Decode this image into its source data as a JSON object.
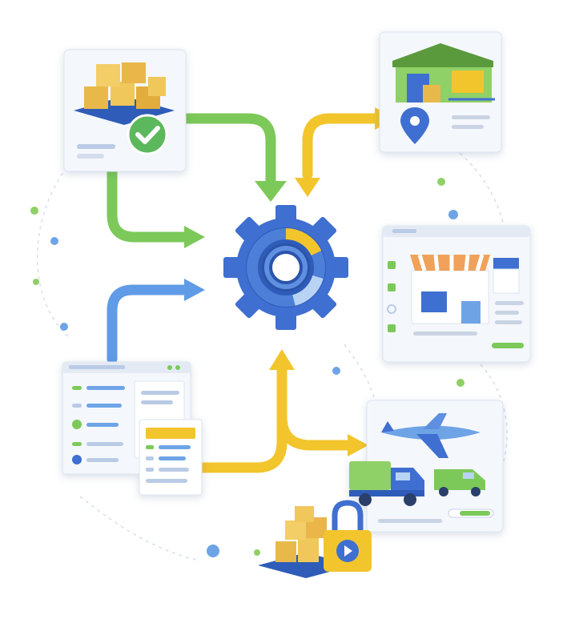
{
  "diagram": {
    "center": {
      "name": "central-processing-gear"
    },
    "nodes": [
      {
        "id": "inventory-ready",
        "icon": "stacked-boxes-checkmark-icon"
      },
      {
        "id": "warehouse",
        "icon": "warehouse-location-pin-icon"
      },
      {
        "id": "storefront",
        "icon": "storefront-checklist-icon"
      },
      {
        "id": "documents",
        "icon": "order-documents-icon"
      },
      {
        "id": "shipping",
        "icon": "airplane-trucks-icon"
      },
      {
        "id": "secure-inventory",
        "icon": "padlock-boxes-icon"
      }
    ],
    "flows": [
      {
        "from": "inventory-ready",
        "to": "central-processing-gear",
        "color": "#7cc95a"
      },
      {
        "from": "inventory-ready",
        "to": "central-processing-gear",
        "color": "#7cc95a"
      },
      {
        "from": "central-processing-gear",
        "to": "warehouse",
        "color": "#f2c52c"
      },
      {
        "from": "warehouse",
        "to": "central-processing-gear",
        "color": "#f2c52c"
      },
      {
        "from": "documents",
        "to": "central-processing-gear",
        "color": "#5f9be6"
      },
      {
        "from": "documents",
        "to": "central-processing-gear",
        "color": "#f2c52c"
      },
      {
        "from": "central-processing-gear",
        "to": "shipping",
        "color": "#f2c52c"
      }
    ],
    "colors": {
      "green": "#7cc95a",
      "yellow": "#f2c52c",
      "blue": "#3f6fd0",
      "light_blue": "#5f9be6",
      "card_bg": "#f4f7fc",
      "line_gray": "#c9d3e3"
    }
  }
}
